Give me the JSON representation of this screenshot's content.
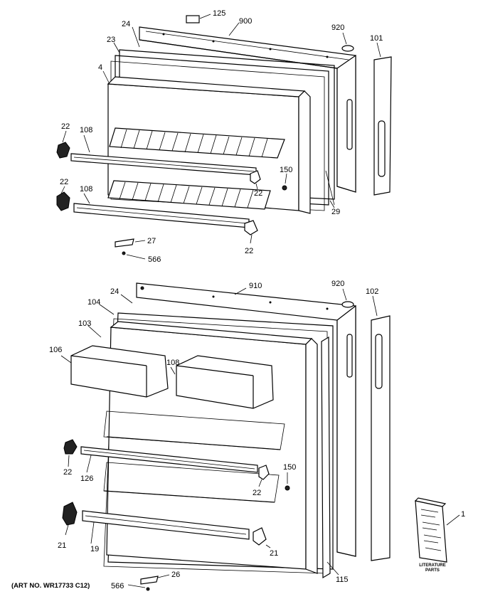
{
  "diagram": {
    "art_number": "(ART NO. WR17733 C12)",
    "literature_caption_line1": "LITERATURE",
    "literature_caption_line2": "PARTS",
    "freezer_labels": {
      "p125": "125",
      "p900": "900",
      "p920": "920",
      "p101": "101",
      "p24": "24",
      "p23": "23",
      "p4": "4",
      "p22a": "22",
      "p108a": "108",
      "p22b": "22",
      "p108b": "108",
      "p150": "150",
      "p22c": "22",
      "p29": "29",
      "p27": "27",
      "p566": "566",
      "p22d": "22"
    },
    "fresh_labels": {
      "p910": "910",
      "p920": "920",
      "p102": "102",
      "p24": "24",
      "p104": "104",
      "p103": "103",
      "p106": "106",
      "p108": "108",
      "p22a": "22",
      "p126": "126",
      "p150": "150",
      "p22b": "22",
      "p21a": "21",
      "p19": "19",
      "p21b": "21",
      "p26": "26",
      "p566": "566",
      "p115": "115",
      "p1": "1"
    }
  }
}
